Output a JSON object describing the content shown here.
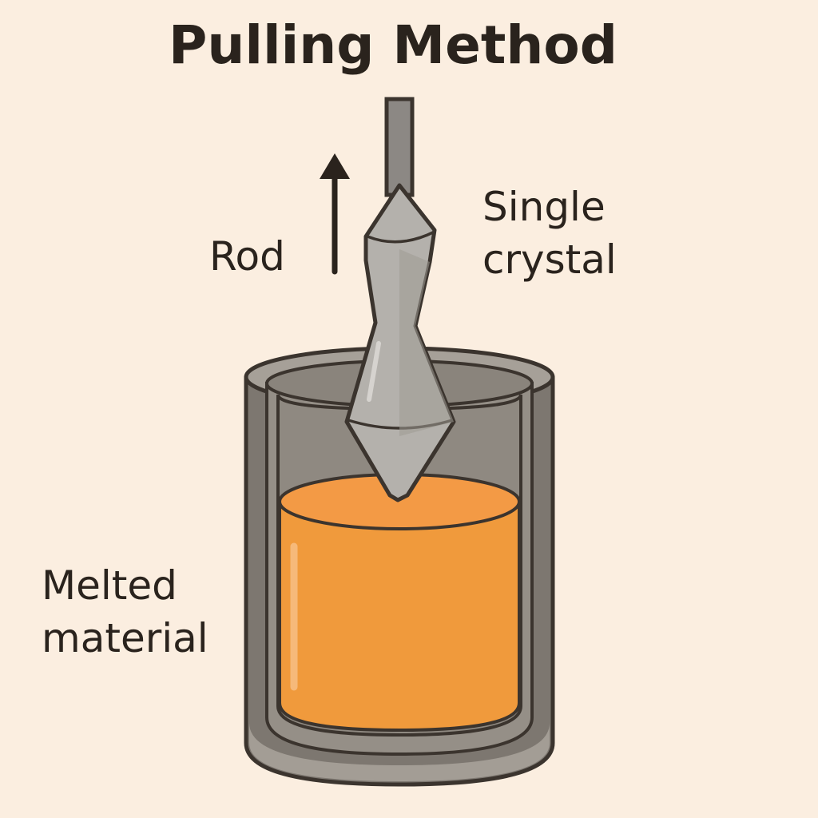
{
  "title": "Pulling Method",
  "labels": {
    "rod": "Rod",
    "single_crystal": "Single\ncrystal",
    "melted_material": "Melted\nmaterial"
  },
  "colors": {
    "background": "#fbeee0",
    "outline": "#3b342e",
    "crucible_outer": "#7d7770",
    "crucible_inner": "#9a948c",
    "melt": "#f09a3c",
    "melt_top": "#f39a45",
    "crystal": "#b4b1ac",
    "rod": "#8c8884",
    "text": "#2a231d"
  }
}
